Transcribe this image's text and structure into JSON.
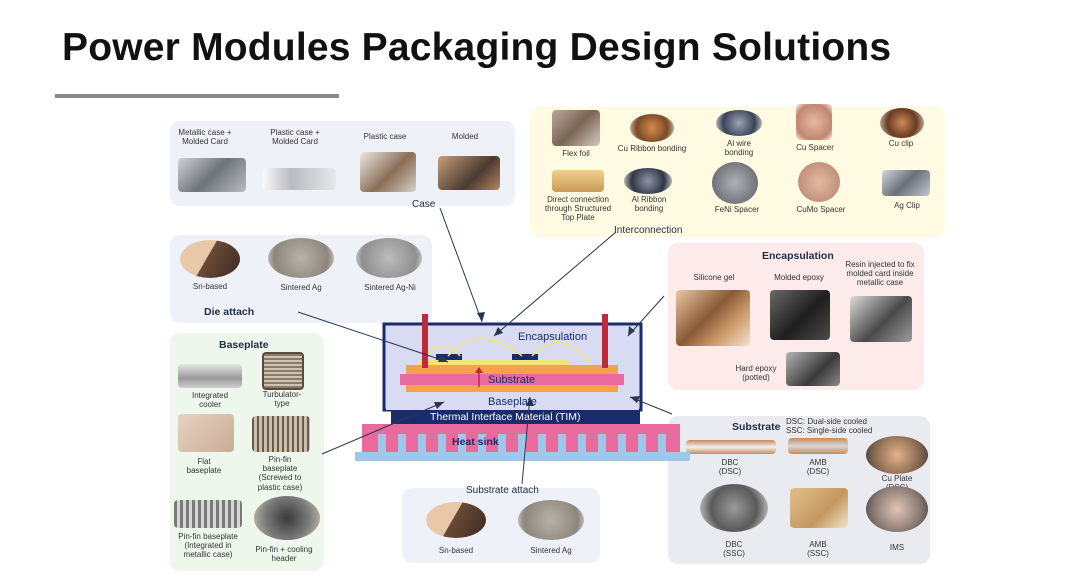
{
  "title": "Power Modules Packaging Design Solutions",
  "case": {
    "heading": "Case",
    "items": [
      "Metallic case +\nMolded Card",
      "Plastic case +\nMolded Card",
      "Plastic case",
      "Molded"
    ]
  },
  "interconnection": {
    "heading": "Interconnection",
    "items": [
      "Flex foil",
      "Cu Ribbon bonding",
      "Al wire\nbonding",
      "Cu Spacer",
      "Cu clip",
      "Direct connection\nthrough Structured\nTop Plate",
      "Al Ribbon\nbonding",
      "FeNi Spacer",
      "CuMo Spacer",
      "Ag Clip"
    ]
  },
  "die_attach": {
    "heading": "Die attach",
    "items": [
      "Sn-based",
      "Sintered Ag",
      "Sintered Ag-Ni"
    ]
  },
  "encapsulation": {
    "heading": "Encapsulation",
    "items": [
      "Silicone gel",
      "Molded epoxy",
      "Resin injected to fix\nmolded card inside\nmetallic case",
      "Hard epoxy\n(potted)"
    ]
  },
  "baseplate": {
    "heading": "Baseplate",
    "items": [
      "Integrated\ncooler",
      "Turbulator-\ntype",
      "Flat\nbaseplate",
      "Pin-fin\nbaseplate\n(Screwed to\nplastic case)",
      "Pin-fin baseplate\n(Integrated in\nmetallic case)",
      "Pin-fin + cooling\nheader"
    ]
  },
  "substrate": {
    "heading": "Substrate",
    "note": "DSC: Dual-side cooled\nSSC: Single-side cooled",
    "items": [
      "DBC\n(DSC)",
      "AMB\n(DSC)",
      "Cu Plate\n(DSC)",
      "DBC\n(SSC)",
      "AMB\n(SSC)",
      "IMS"
    ]
  },
  "substrate_attach": {
    "heading": "Substrate attach",
    "items": [
      "Sn-based",
      "Sintered Ag"
    ]
  },
  "diagram": {
    "encapsulation": "Encapsulation",
    "substrate": "Substrate",
    "baseplate": "Baseplate",
    "tim": "Thermal Interface Material (TIM)",
    "heatsink": "Heat sink"
  },
  "colors": {
    "navy": "#1a2b6e",
    "red": "#c0283c",
    "pink": "#e96a9c",
    "orange": "#f7a24a",
    "yellow": "#f6e27a",
    "lavender": "#d8dbf2",
    "light_blue": "#9fc7ea"
  }
}
